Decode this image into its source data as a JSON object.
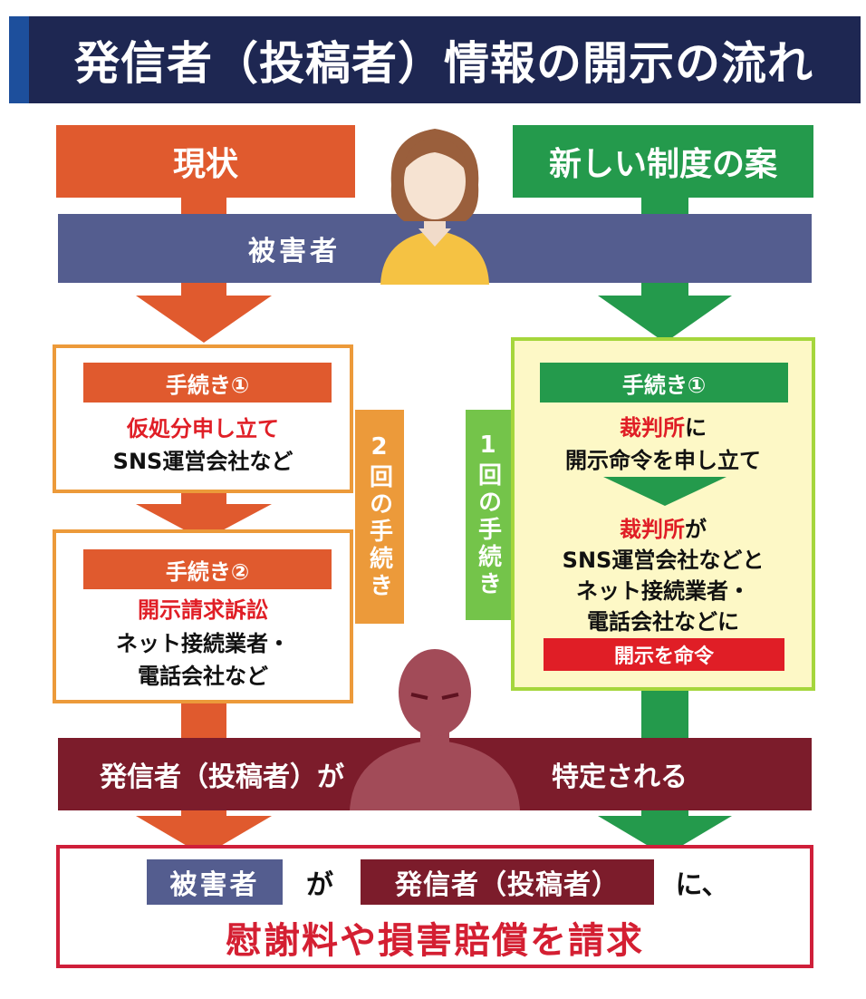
{
  "title": "発信者（投稿者）情報の開示の流れ",
  "columns": {
    "left": "現状",
    "right": "新しい制度の案"
  },
  "victim": "被害者",
  "left_flow": {
    "step1": {
      "head": "手続き①",
      "red": "仮処分申し立て",
      "black": "SNS運営会社など"
    },
    "step2": {
      "head": "手続き②",
      "red": "開示請求訴訟",
      "black1": "ネット接続業者・",
      "black2": "電話会社など"
    },
    "tag": "2回の手続き"
  },
  "right_flow": {
    "head": "手続き①",
    "line1_red": "裁判所",
    "line1_black": "に",
    "line2": "開示命令を申し立て",
    "line3_red": "裁判所",
    "line3_black": "が",
    "line4": "SNS運営会社などと",
    "line5": "ネット接続業者・",
    "line6": "電話会社などに",
    "order": "開示を命令",
    "tag": "1回の手続き"
  },
  "poster_band": {
    "left": "発信者（投稿者）が",
    "right": "特定される"
  },
  "bottom": {
    "victim": "被害者",
    "ga": "が",
    "poster": "発信者（投稿者）",
    "ni": "に、",
    "claim": "慰謝料や損害賠償を請求"
  },
  "colors": {
    "title_bg": "#1e2752",
    "orange": "#e05a2e",
    "green": "#249a4c",
    "victim_band": "#545d8f",
    "poster_band": "#7c1c2b",
    "red": "#e01e26"
  }
}
